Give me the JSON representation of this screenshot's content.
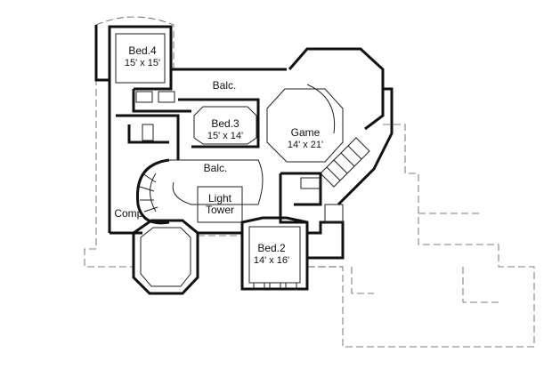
{
  "plan": {
    "rooms": [
      {
        "name": "Bed.4",
        "size": "15' x 15'"
      },
      {
        "name": "Bed.3",
        "size": "15' x 14'"
      },
      {
        "name": "Game",
        "size": "14' x 21'"
      },
      {
        "name": "Bed.2",
        "size": "14' x 16'"
      }
    ],
    "labels": {
      "balc_top": "Balc.",
      "balc_mid": "Balc.",
      "light_tower": [
        "Light",
        "Tower"
      ],
      "comp": "Comp."
    }
  }
}
